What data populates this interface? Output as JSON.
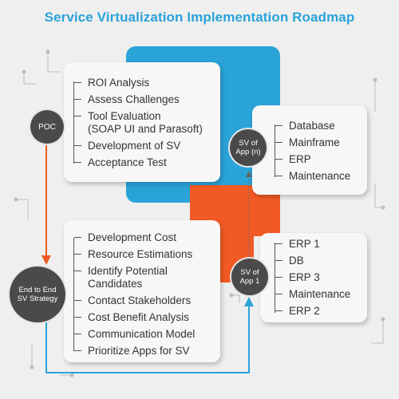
{
  "title": "Service Virtualization Implementation Roadmap",
  "colors": {
    "title": "#2aa3d8",
    "blue_block": "#2aa3d8",
    "orange_block": "#f15a24",
    "node": "#4a4a4a",
    "card": "#f7f7f7"
  },
  "nodes": {
    "poc": "POC",
    "strategy_line1": "End to End",
    "strategy_line2": "SV Strategy",
    "app_n_line1": "SV of",
    "app_n_line2": "App (n)",
    "app_1_line1": "SV of",
    "app_1_line2": "App 1"
  },
  "poc_items": [
    "ROI Analysis",
    "Assess Challenges",
    "Tool Evaluation",
    "(SOAP UI and Parasoft)",
    "Development of SV",
    "Acceptance Test"
  ],
  "strategy_items": [
    "Development Cost",
    "Resource Estimations",
    "Identify Potential",
    "Candidates",
    "Contact Stakeholders",
    "Cost Benefit Analysis",
    "Communication Model",
    "Prioritize Apps for SV"
  ],
  "app_n_items": [
    "Database",
    "Mainframe",
    "ERP",
    "Maintenance"
  ],
  "app_1_items": [
    "ERP 1",
    "DB",
    "ERP 3",
    "Maintenance",
    "ERP 2"
  ]
}
